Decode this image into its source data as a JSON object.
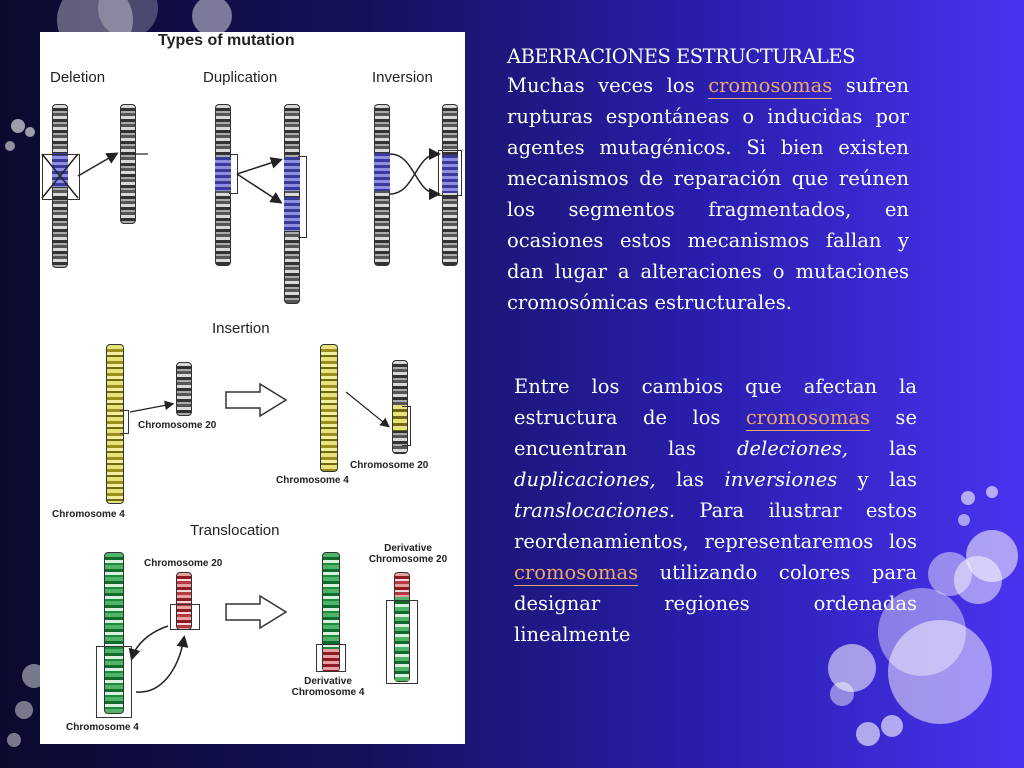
{
  "figure": {
    "title": "Types of mutation",
    "headings": {
      "deletion": "Deletion",
      "duplication": "Duplication",
      "inversion": "Inversion",
      "insertion": "Insertion",
      "translocation": "Translocation"
    },
    "labels": {
      "chromosome20_a": "Chromosome 20",
      "chromosome20_b": "Chromosome 20",
      "chromosome4_a": "Chromosome 4",
      "chromosome4_b": "Chromosome 4",
      "chromosome4_c": "Chromosome 4",
      "chromosome20_c": "Chromosome 20",
      "derivative20": "Derivative Chromosome 20",
      "derivative4": "Derivative Chromosome 4"
    }
  },
  "block1": {
    "title": "ABERRACIONES ESTRUCTURALES",
    "p1": "Muchas veces los ",
    "link": "cromosomas",
    "p2": " sufren rupturas espontáneas o inducidas por agentes mutagénicos. Si bien existen mecanismos de reparación que reúnen los segmentos fragmentados, en ocasiones estos mecanismos fallan y dan lugar a alteraciones o mutaciones cromosómicas estructurales."
  },
  "block2": {
    "t1": "Entre los cambios que afectan la estructura de los ",
    "link1": "cromosomas",
    "t2": " se encuentran las ",
    "i1": "deleciones,",
    "t3": " las ",
    "i2": "duplicaciones,",
    "t4": " las ",
    "i3": "inversiones",
    "t5": " y las ",
    "i4": "translocaciones.",
    "t6": " Para ilustrar estos reordenamientos, representaremos los ",
    "link2": "cromosomas",
    "t7": " utilizando colores para designar regiones ordenadas linealmente"
  }
}
